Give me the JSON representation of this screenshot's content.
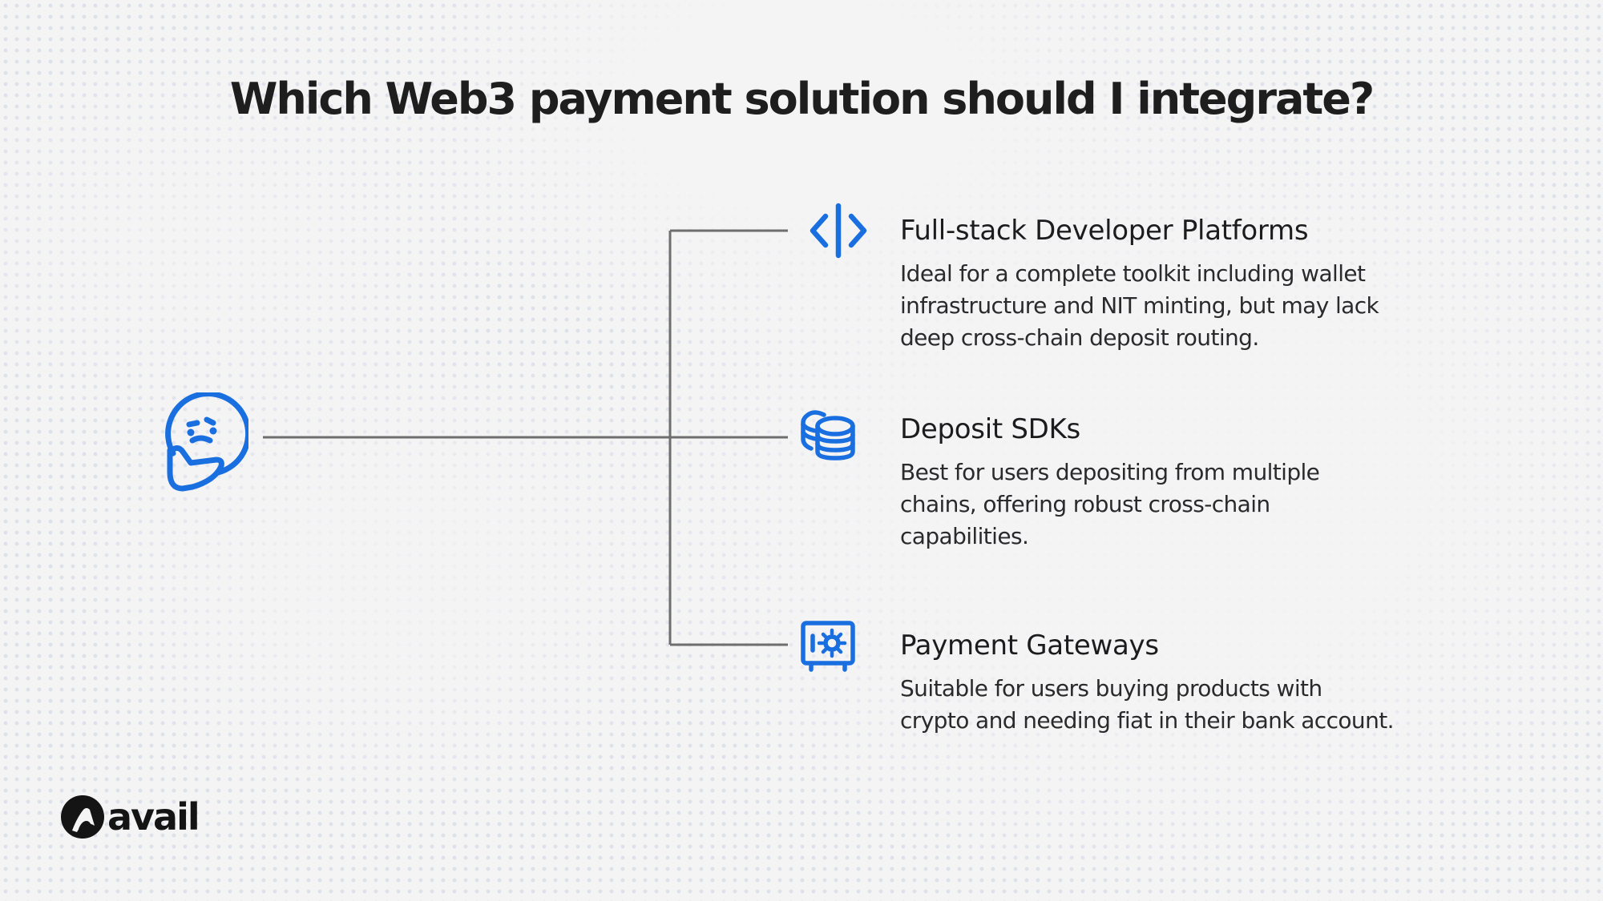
{
  "title": "Which Web3 payment solution should I integrate?",
  "options": [
    {
      "title": "Full-stack Developer Platforms",
      "description_lines": [
        "Ideal for a complete toolkit including wallet",
        "infrastructure and NIT minting, but may lack",
        "deep cross-chain deposit routing."
      ],
      "icon": "code-brackets-icon"
    },
    {
      "title": "Deposit SDKs",
      "description_lines": [
        "Best for users depositing from multiple",
        "chains, offering robust cross-chain",
        "capabilities."
      ],
      "icon": "coin-stack-icon"
    },
    {
      "title": "Payment Gateways",
      "description_lines": [
        "Suitable for users buying products with",
        "crypto and needing fiat in their bank account."
      ],
      "icon": "vault-safe-icon"
    }
  ],
  "thinking_icon": "thinking-face-icon",
  "logo": {
    "text": "avail",
    "icon": "avail-logo-icon"
  },
  "colors": {
    "accent": "#1a6fe0",
    "connector": "#6e6e6e",
    "background": "#f4f4f5",
    "text": "#1c1c1e"
  }
}
